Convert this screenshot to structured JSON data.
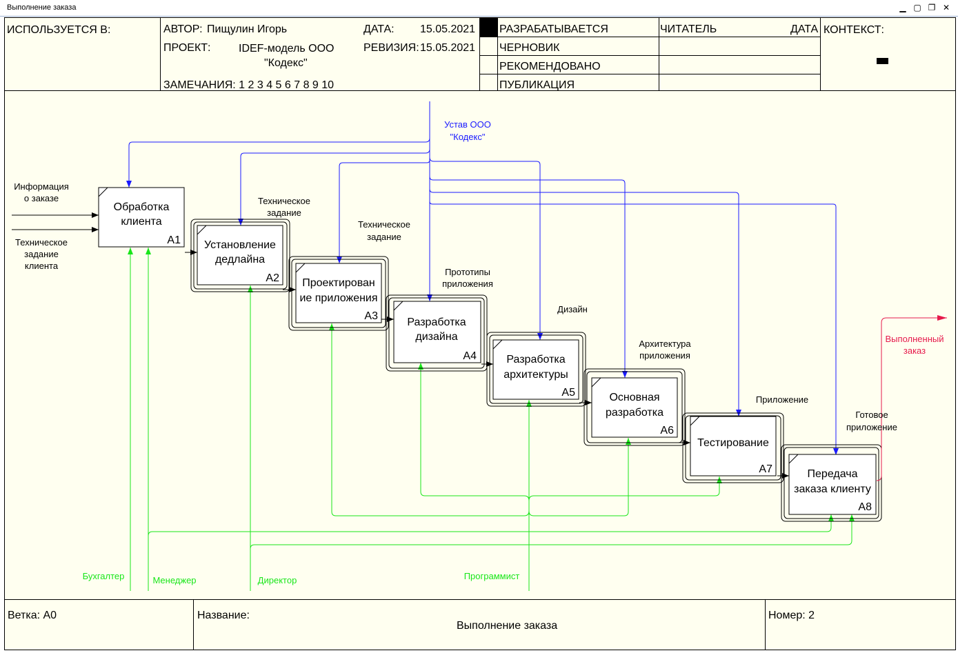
{
  "window": {
    "title": "Выполнение заказа"
  },
  "header": {
    "used_in": "ИСПОЛЬЗУЕТСЯ В:",
    "author_label": "АВТОР:",
    "author": "Пищулин Игорь",
    "project_label": "ПРОЕКТ:",
    "project_line1": "IDEF-модель ООО",
    "project_line2": "\"Кодекс\"",
    "notes": "ЗАМЕЧАНИЯ:  1 2 3 4 5 6 7 8 9 10",
    "date_label": "ДАТА:",
    "date": "15.05.2021",
    "revision_label": "РЕВИЗИЯ:",
    "revision": "15.05.2021",
    "status": [
      "РАЗРАБАТЫВАЕТСЯ",
      "ЧЕРНОВИК",
      "РЕКОМЕНДОВАНО",
      "ПУБЛИКАЦИЯ"
    ],
    "reader": "ЧИТАТЕЛЬ",
    "reader_date": "ДАТА",
    "context": "КОНТЕКСТ:"
  },
  "boxes": [
    {
      "line1": "Обработка",
      "line2": "клиента",
      "id": "A1"
    },
    {
      "line1": "Установление",
      "line2": "дедлайна",
      "id": "A2"
    },
    {
      "line1": "Проектирован",
      "line2": "ие приложения",
      "id": "A3"
    },
    {
      "line1": "Разработка",
      "line2": "дизайна",
      "id": "A4"
    },
    {
      "line1": "Разработка",
      "line2": "архитектуры",
      "id": "A5"
    },
    {
      "line1": "Основная",
      "line2": "разработка",
      "id": "A6"
    },
    {
      "line1": "Тестирование",
      "line2": "",
      "id": "A7"
    },
    {
      "line1": "Передача",
      "line2": "заказа клиенту",
      "id": "A8"
    }
  ],
  "labels": {
    "control": [
      "Устав ООО",
      "\"Кодекс\""
    ],
    "inputs": [
      [
        "Информация",
        "о заказе"
      ],
      [
        "Техническое",
        "задание",
        "клиента"
      ]
    ],
    "flows": [
      [
        "Техническое",
        "задание"
      ],
      [
        "Техническое",
        "задание"
      ],
      [
        "Прототипы",
        "приложения"
      ],
      [
        "Дизайн"
      ],
      [
        "Архитектура",
        "приложения"
      ],
      [
        "Приложение"
      ],
      [
        "Готовое",
        "приложение"
      ]
    ],
    "output": [
      "Выполненный",
      "заказ"
    ],
    "mechanisms": [
      "Бухгалтер",
      "Менеджер",
      "Директор",
      "Программист"
    ]
  },
  "footer": {
    "branch": "Ветка: А0",
    "name_label": "Название:",
    "name": "Выполнение заказа",
    "number": "Номер: 2"
  },
  "colors": {
    "control": "#1a1aff",
    "mechanism": "#19e619",
    "output": "#e6194b",
    "flow": "#000000"
  }
}
